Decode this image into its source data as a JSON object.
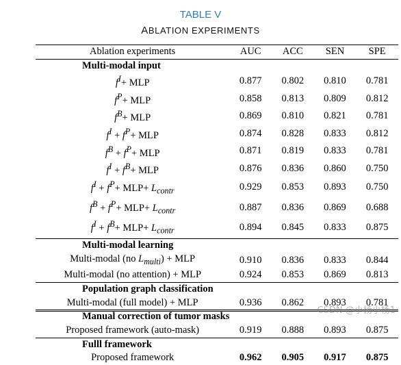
{
  "caption": {
    "label": "TABLE V",
    "title_first": "A",
    "title_rest": "BLATION EXPERIMENTS"
  },
  "table": {
    "headers": [
      "Ablation experiments",
      "AUC",
      "ACC",
      "SEN",
      "SPE"
    ],
    "sections": [
      {
        "title": "Multi-modal input",
        "rows": [
          {
            "label_html": "f<sup>I</sup>+ MLP",
            "values": [
              "0.877",
              "0.802",
              "0.810",
              "0.781"
            ]
          },
          {
            "label_html": "f<sup>P</sup>+ MLP",
            "values": [
              "0.858",
              "0.813",
              "0.809",
              "0.812"
            ]
          },
          {
            "label_html": "f<sup>B</sup>+ MLP",
            "values": [
              "0.869",
              "0.810",
              "0.821",
              "0.781"
            ]
          },
          {
            "label_html": "f<sup>I</sup> + f<sup>P</sup>+ MLP",
            "values": [
              "0.874",
              "0.828",
              "0.833",
              "0.812"
            ]
          },
          {
            "label_html": "f<sup>B</sup> + f<sup>P</sup>+ MLP",
            "values": [
              "0.871",
              "0.819",
              "0.833",
              "0.781"
            ]
          },
          {
            "label_html": "f<sup>I</sup> + f<sup>B</sup>+ MLP",
            "values": [
              "0.876",
              "0.836",
              "0.860",
              "0.750"
            ]
          },
          {
            "label_html": "f<sup>I</sup> + f<sup>P</sup>+ MLP+ L<sub>contr</sub>",
            "values": [
              "0.929",
              "0.853",
              "0.893",
              "0.750"
            ]
          },
          {
            "label_html": "f<sup>B</sup> + f<sup>P</sup>+ MLP+ L<sub>contr</sub>",
            "values": [
              "0.887",
              "0.836",
              "0.869",
              "0.688"
            ]
          },
          {
            "label_html": "f<sup>I</sup> + f<sup>B</sup>+ MLP+ L<sub>contr</sub>",
            "values": [
              "0.894",
              "0.845",
              "0.833",
              "0.875"
            ]
          }
        ]
      },
      {
        "title": "Multi-modal learning",
        "rows": [
          {
            "label_html": "Multi-modal (no L<sub>multi</sub>) + MLP",
            "values": [
              "0.910",
              "0.836",
              "0.833",
              "0.844"
            ]
          },
          {
            "label_html": "Multi-modal (no attention) + MLP",
            "values": [
              "0.924",
              "0.853",
              "0.869",
              "0.813"
            ]
          }
        ]
      },
      {
        "title": "Population graph classification",
        "rows": [
          {
            "label_html": "Multi-modal (full model) + MLP",
            "values": [
              "0.936",
              "0.862",
              "0.893",
              "0.781"
            ]
          }
        ]
      },
      {
        "title": "Manual correction of tumor masks",
        "rows": [
          {
            "label_html": "Proposed framework (auto-mask)",
            "values": [
              "0.919",
              "0.888",
              "0.893",
              "0.875"
            ]
          }
        ]
      },
      {
        "title": "Fulll framework",
        "rows": [
          {
            "label_html": "Proposed framework",
            "values": [
              "0.962",
              "0.905",
              "0.917",
              "0.875"
            ],
            "bold": true
          }
        ]
      }
    ]
  },
  "watermark": "CSDN @小杨小杨1"
}
